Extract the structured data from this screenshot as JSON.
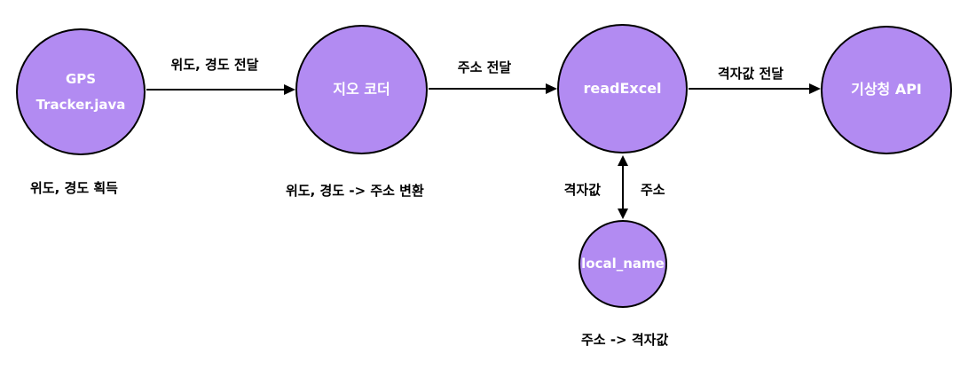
{
  "diagram": {
    "colors": {
      "node_fill": "#b28bf2",
      "node_border": "#000000",
      "node_text": "#ffffff",
      "label_text": "#000000"
    },
    "nodes": {
      "gps_tracker": {
        "line1": "GPS",
        "line2": "Tracker.java",
        "caption": "위도, 경도 획득"
      },
      "geo_coder": {
        "label": "지오 코더",
        "caption": "위도, 경도 -> 주소 변환"
      },
      "read_excel": {
        "label": "readExcel"
      },
      "weather_api": {
        "label": "기상청 API"
      },
      "local_name": {
        "label": "local_name",
        "caption": "주소 -> 격자값"
      }
    },
    "edges": {
      "gps_to_geocoder": {
        "label": "위도, 경도 전달",
        "direction": "right"
      },
      "geocoder_to_readexcel": {
        "label": "주소 전달",
        "direction": "right"
      },
      "readexcel_to_api": {
        "label": "격자값 전달",
        "direction": "right"
      },
      "readexcel_localname": {
        "label_left": "격자값",
        "label_right": "주소",
        "direction": "both"
      }
    }
  }
}
